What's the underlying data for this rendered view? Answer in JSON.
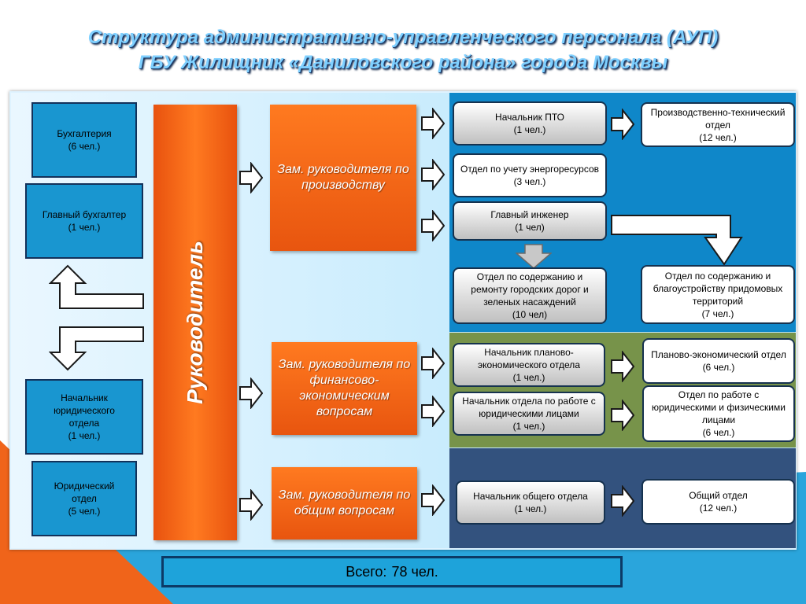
{
  "title": {
    "line1": "Структура административно-управленческого персонала (АУП)",
    "line2": "ГБУ Жилищник  «Даниловского района» города Москвы"
  },
  "left": {
    "accounting": {
      "name": "Бухгалтерия",
      "count": "(6 чел.)"
    },
    "chief_accountant": {
      "name": "Главный бухгалтер",
      "count": "(1 чел.)"
    },
    "legal_head": {
      "name": "Начальник юридического отдела",
      "count": "(1 чел.)"
    },
    "legal_dept": {
      "name": "Юридический отдел",
      "count": "(5 чел.)"
    }
  },
  "director": "Руководитель",
  "deputies": {
    "production": "Зам. руководителя по производству",
    "finance": "Зам. руководителя по финансово-экономическим вопросам",
    "general": "Зам. руководителя по общим вопросам"
  },
  "production": {
    "pto_head": {
      "name": "Начальник ПТО",
      "count": "(1 чел.)"
    },
    "energy": {
      "name": "Отдел по учету энергоресурсов",
      "count": "(3 чел.)"
    },
    "chief_engineer": {
      "name": "Главный инженер",
      "count": "(1 чел)"
    },
    "roads": {
      "name": "Отдел по содержанию и ремонту городских дорог и зеленых насаждений",
      "count": "(10 чел)"
    },
    "pto_dept": {
      "name": "Производственно-технический отдел",
      "count": "(12 чел.)"
    },
    "yards": {
      "name": "Отдел по содержанию и благоустройству придомовых территорий",
      "count": "(7 чел.)"
    }
  },
  "finance": {
    "plan_head": {
      "name": "Начальник планово-экономического отдела",
      "count": "(1 чел.)"
    },
    "legal_persons_head": {
      "name": "Начальник отдела по работе с юридическими лицами",
      "count": "(1 чел.)"
    },
    "plan_dept": {
      "name": "Планово-экономический отдел",
      "count": "(6 чел.)"
    },
    "persons_dept": {
      "name": "Отдел по работе с юридическими и физическими лицами",
      "count": "(6 чел.)"
    }
  },
  "general": {
    "general_head": {
      "name": "Начальник общего отдела",
      "count": "(1 чел.)"
    },
    "general_dept": {
      "name": "Общий отдел",
      "count": "(12 чел.)"
    }
  },
  "total": {
    "label": "Всего:",
    "value": "78 чел."
  },
  "colors": {
    "orange": "#f0641a",
    "blue_section": "#0f87c9",
    "green_section": "#77934a",
    "navy_section": "#33527e",
    "left_box": "#1996d0"
  }
}
